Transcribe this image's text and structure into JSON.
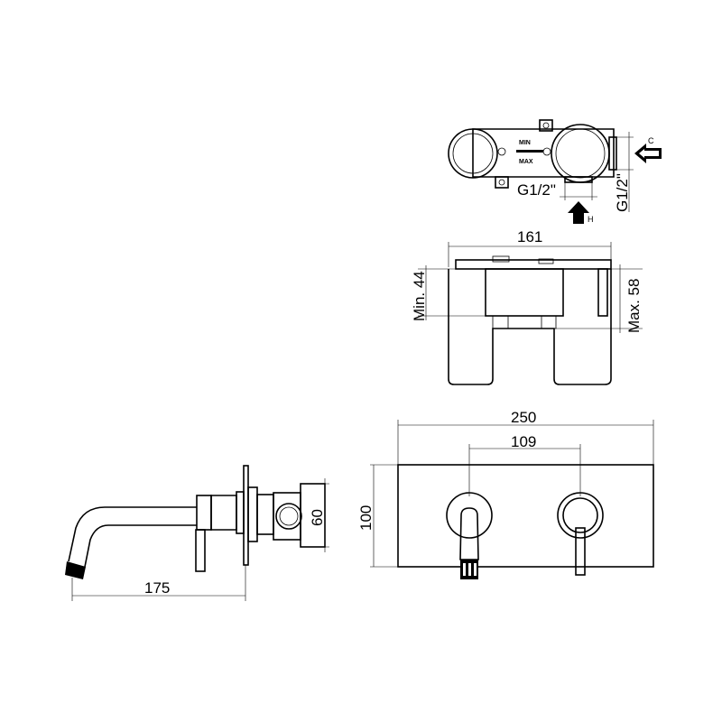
{
  "top_view": {
    "label_min": "MIN",
    "label_max": "MAX",
    "thread_h": "G1/2\"",
    "thread_v": "G1/2\"",
    "arrow_cold_label": "C",
    "arrow_hot_label": "H"
  },
  "side_box": {
    "width_dim": "161",
    "min_dim": "Min. 44",
    "max_dim": "Max. 58"
  },
  "spout_side": {
    "length_dim": "175",
    "height_dim": "60"
  },
  "front_plate": {
    "width_dim": "250",
    "spacing_dim": "109",
    "height_dim": "100"
  }
}
